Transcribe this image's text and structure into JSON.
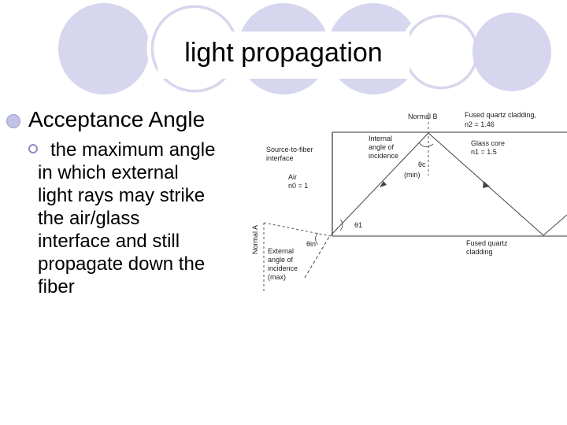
{
  "slide": {
    "title": "light propagation",
    "bullet1": "Acceptance Angle",
    "bullet2_lines": [
      "the maximum angle",
      "in which external",
      "light rays may strike",
      "the air/glass",
      "interface and still",
      "propagate down the",
      "fiber"
    ]
  },
  "colors": {
    "circle_fill": "#d6d6ee",
    "circle_ring": "#ffffff",
    "bullet_accent": "#8c8cc8"
  },
  "diagram": {
    "normal_b": "Normal B",
    "normal_a": "Normal A",
    "cladding_top_1": "Fused quartz cladding,",
    "cladding_top_2": "n2 = 1.46",
    "internal_angle": [
      "Internal",
      "angle of",
      "incidence"
    ],
    "glass_core_1": "Glass core",
    "glass_core_2": "n1 = 1.5",
    "source_interface": [
      "Source-to-fiber",
      "interface"
    ],
    "theta_c": "θc",
    "min_label": "(min)",
    "air_1": "Air",
    "air_2": "n0 = 1",
    "theta_1": "θ1",
    "theta_in": "θin",
    "external_angle": [
      "External",
      "angle of",
      "incidence"
    ],
    "max_label": "(max)",
    "cladding_bottom": [
      "Fused quartz",
      "cladding"
    ]
  }
}
